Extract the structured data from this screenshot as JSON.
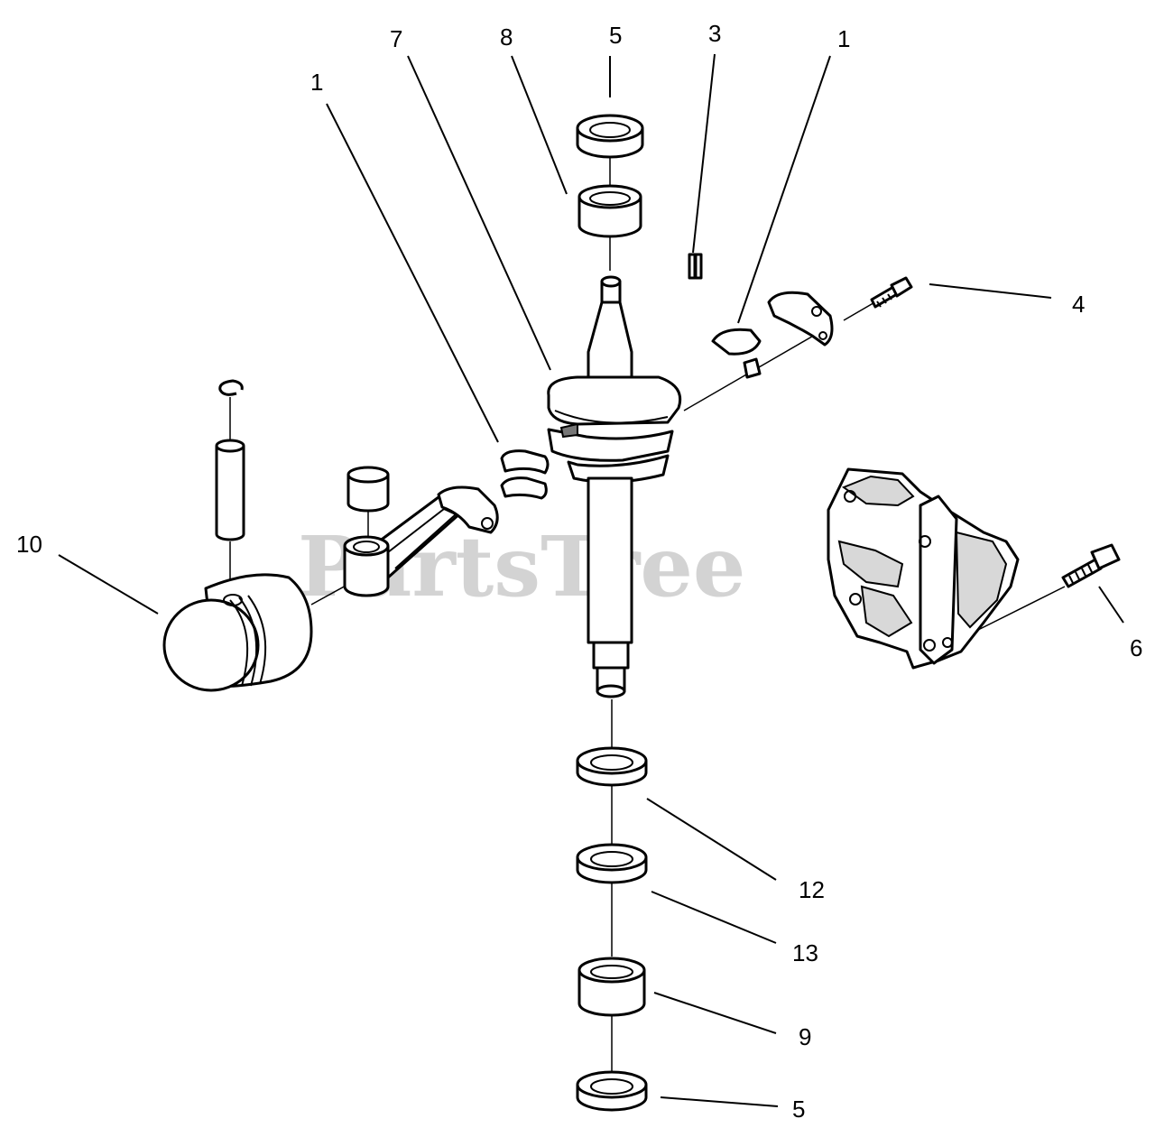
{
  "watermark": "PartsTree",
  "callouts": {
    "c1_left": "1",
    "c7": "7",
    "c8": "8",
    "c5_top": "5",
    "c3": "3",
    "c1_right": "1",
    "c4": "4",
    "c10": "10",
    "c6": "6",
    "c12": "12",
    "c13": "13",
    "c9": "9",
    "c5_bottom": "5"
  }
}
